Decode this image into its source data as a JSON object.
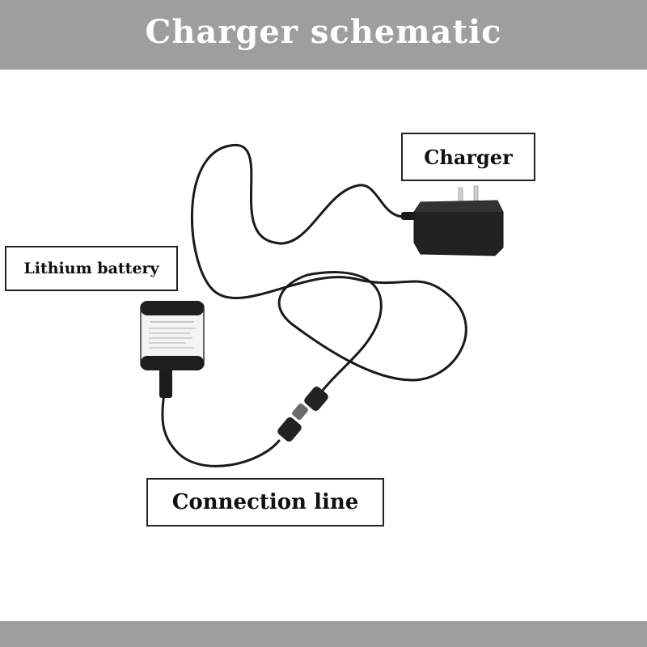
{
  "header": {
    "title": "Charger schematic"
  },
  "labels": {
    "charger": "Charger",
    "battery": "Lithium battery",
    "connection": "Connection line"
  },
  "colors": {
    "bar": "#9e9e9e",
    "cable": "#1a1a1a",
    "background": "#ffffff"
  },
  "icons": [
    "charger-adapter-icon",
    "lithium-battery-icon",
    "cable-connector-icon"
  ]
}
